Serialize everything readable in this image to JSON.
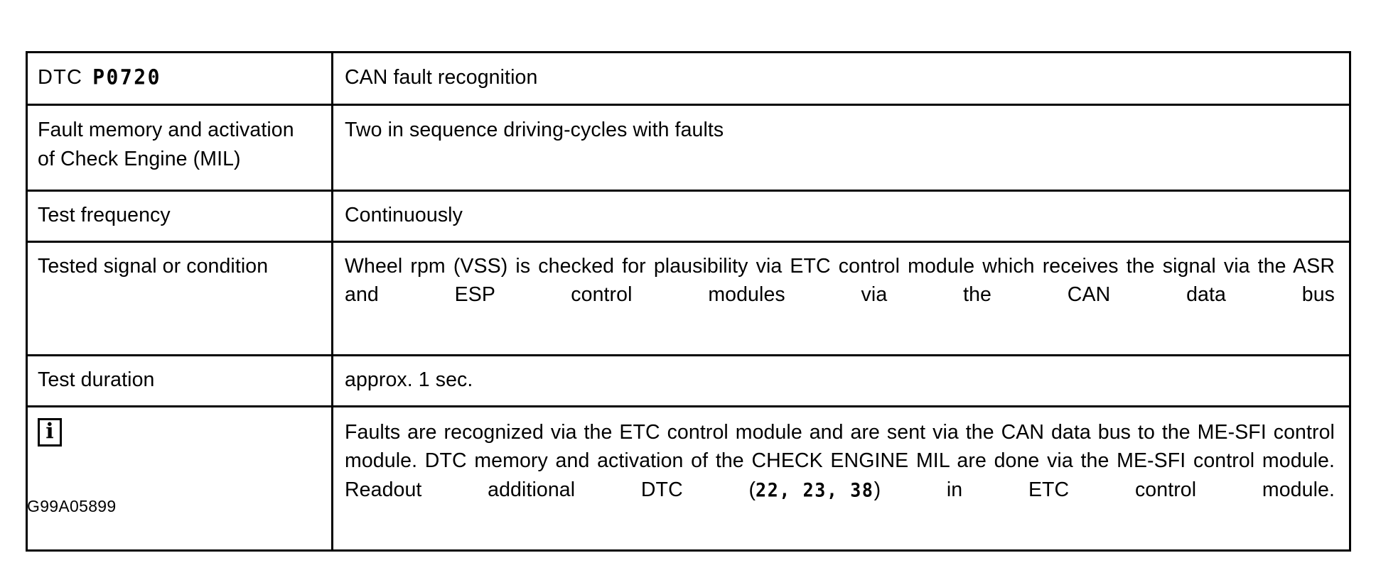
{
  "document": {
    "caption": "G99A05899",
    "colors": {
      "ink": "#000000",
      "paper": "#ffffff"
    }
  },
  "table": {
    "rows": [
      {
        "key": "dtc",
        "label_prefix": "DTC",
        "label_code": "P0720",
        "label_code_style": "seven-segment",
        "value": "CAN fault recognition"
      },
      {
        "key": "fault-memory",
        "label_line1": "Fault memory and activation",
        "label_line2": "of Check Engine (MIL)",
        "value": "Two in sequence driving-cycles with faults"
      },
      {
        "key": "test-frequency",
        "label": "Test frequency",
        "value": "Continuously"
      },
      {
        "key": "tested-signal",
        "label": "Tested signal or condition",
        "value": "Wheel rpm (VSS) is checked for plausibility via ETC control module which receives the signal via the ASR and ESP control modules via the CAN data bus"
      },
      {
        "key": "test-duration",
        "label": "Test duration",
        "value": "approx. 1 sec."
      },
      {
        "key": "note",
        "label_icon": "info-icon",
        "label_icon_glyph": "i",
        "value_part1": "Faults are recognized via the ETC control module and are sent via the CAN data bus to the ME-SFI control module.  DTC memory and activation of the CHECK ENGINE MIL are done via the ME-SFI control module.  Readout additional DTC (",
        "value_codes": "22,  23,  38",
        "value_part2": ") in ETC control module."
      }
    ]
  }
}
